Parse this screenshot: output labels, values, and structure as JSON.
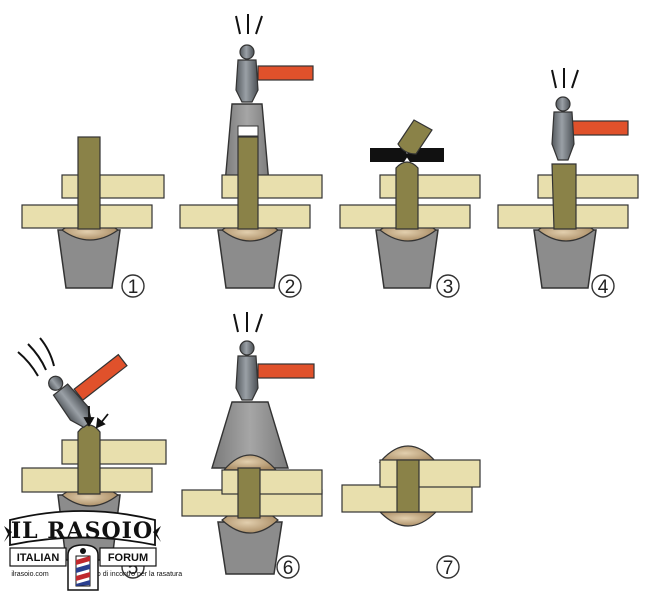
{
  "steps": [
    {
      "number": "1"
    },
    {
      "number": "2"
    },
    {
      "number": "3"
    },
    {
      "number": "4"
    },
    {
      "number": "5"
    },
    {
      "number": "6"
    },
    {
      "number": "7"
    }
  ],
  "logo": {
    "title": "IL RASOIO",
    "left_word": "ITALIAN",
    "right_word": "FORUM",
    "site": "ilrasoio.com",
    "tagline": "Il punto di incontro per la rasatura"
  },
  "colors": {
    "wood": "#e8dfad",
    "rivet": "#8a8248",
    "anvil": "#8c8c8c",
    "dome": "#c4a882",
    "hammer_handle": "#e0512b",
    "hammer_head": "#6e7378",
    "stroke": "#333333"
  }
}
